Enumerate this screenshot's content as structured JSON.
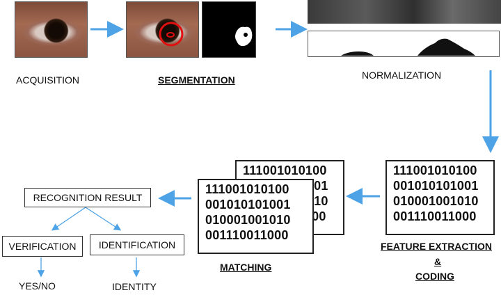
{
  "stages": {
    "acquisition": "ACQUISITION",
    "segmentation": "SEGMENTATION",
    "normalization": "NORMALIZATION",
    "matching": "MATCHING",
    "feature_extraction_line1": "FEATURE EXTRACTION",
    "feature_extraction_line2": "&",
    "feature_extraction_line3": "CODING"
  },
  "binary_code": {
    "row1": "111001010100",
    "row2": "001010101001",
    "row3": "010001001010",
    "row4": "001110011000"
  },
  "results": {
    "recognition_result": "RECOGNITION RESULT",
    "verification": "VERIFICATION",
    "identification": "IDENTIFICATION",
    "verification_output": "YES/NO",
    "identification_output": "IDENTITY"
  },
  "colors": {
    "arrow": "#4ea3e6",
    "segmentation_circle": "#e01010"
  }
}
